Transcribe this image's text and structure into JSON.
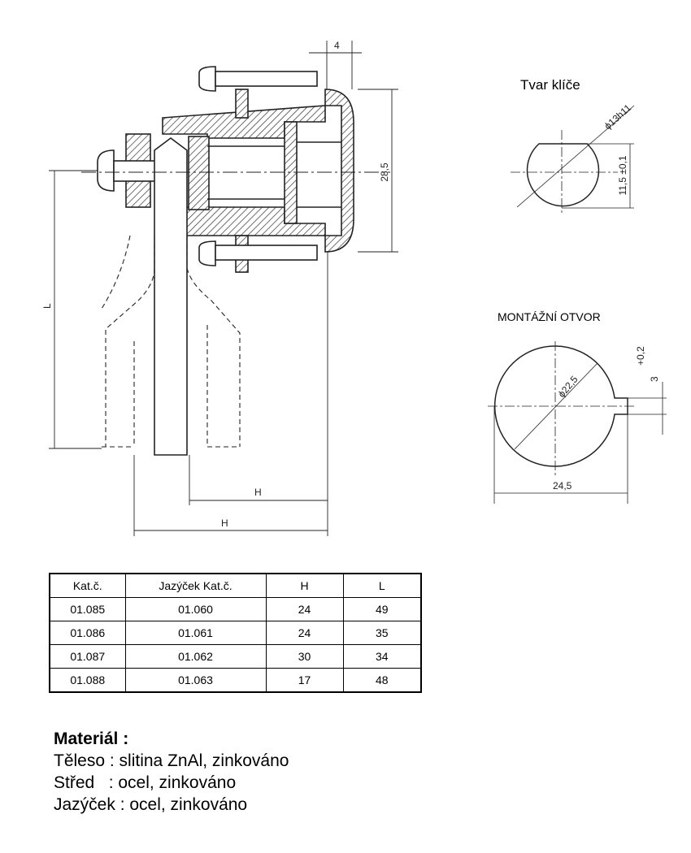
{
  "drawing": {
    "dimensions": {
      "slot_width": "4",
      "height": "28,5",
      "length": "L",
      "h_upper": "H",
      "h_lower": "H"
    },
    "key_shape": {
      "title": "Tvar klíče",
      "diameter": "ϕ13h11",
      "flat": "11,5 ±0,1"
    },
    "mounting_hole": {
      "title": "MONTÁŽNÍ OTVOR",
      "diameter": "ϕ22,5",
      "width": "24,5",
      "slot": "3",
      "slot_tol": "+0,2"
    }
  },
  "table": {
    "headers": [
      "Kat.č.",
      "Jazýček  Kat.č.",
      "H",
      "L"
    ],
    "rows": [
      [
        "01.085",
        "01.060",
        "24",
        "49"
      ],
      [
        "01.086",
        "01.061",
        "24",
        "35"
      ],
      [
        "01.087",
        "01.062",
        "30",
        "34"
      ],
      [
        "01.088",
        "01.063",
        "17",
        "48"
      ]
    ]
  },
  "material": {
    "heading": "Materiál :",
    "lines": [
      "Těleso : slitina ZnAl, zinkováno",
      "Střed   : ocel, zinkováno",
      "Jazýček : ocel, zinkováno"
    ]
  }
}
